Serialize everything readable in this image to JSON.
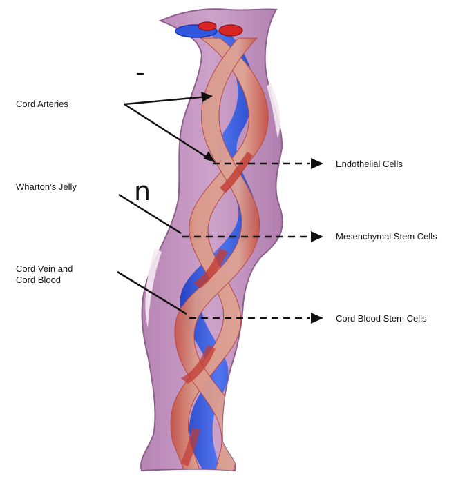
{
  "labels": {
    "cord_arteries": "Cord Arteries",
    "whartons_jelly": "Wharton’s Jelly",
    "cord_vein_line1": "Cord Vein and",
    "cord_vein_line2": "Cord Blood",
    "endothelial_cells": "Endothelial Cells",
    "mesenchymal_stem_cells": "Mesenchymal Stem Cells",
    "cord_blood_stem_cells": "Cord Blood Stem Cells"
  },
  "edge_fragments": {
    "top_dash": "-",
    "middle_letter": "n"
  },
  "colors": {
    "jelly": "#c79ac4",
    "jelly_outline": "#8e5f8d",
    "artery": "#d99a8c",
    "artery_edge": "#c8483e",
    "vein": "#3d63e6",
    "vein_dark": "#2146c8",
    "highlight": "#f4eaf2",
    "ink": "#111111"
  }
}
